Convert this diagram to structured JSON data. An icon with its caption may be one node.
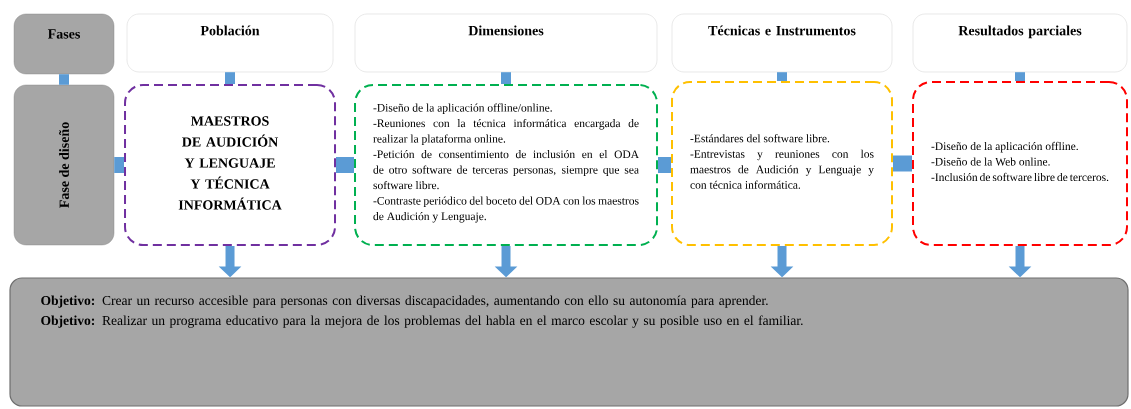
{
  "diagram": {
    "nodes": [
      {
        "text": [
          "Fases"
        ]
      },
      {
        "text": [
          "Población"
        ]
      },
      {
        "text": [
          "Dimensiones"
        ]
      },
      {
        "text": [
          "Técnicas e Instrumentos"
        ]
      },
      {
        "text": [
          "Resultados parciales"
        ]
      },
      {
        "text": [
          "Fase de diseño"
        ]
      },
      {
        "text": [
          "MAESTROS DE AUDICIÓN Y LENGUAJE Y TÉCNICA INFORMÁTICA"
        ]
      },
      {
        "text": [
          "-Diseño de la aplicación offline/online.",
          "-Reuniones con la técnica informática encargada de realizar la plataforma online.",
          "-Petición de consentimiento de inclusión en el ODA de otro software de terceras personas, siempre que sea software libre.",
          "-Contraste periódico del boceto del ODA con los maestros de Audición y Lenguaje."
        ]
      },
      {
        "text": [
          "-Estándares del software libre.",
          "-Entrevistas y reuniones con los maestros de Audición y Lenguaje y con técnica informática."
        ]
      },
      {
        "text": [
          "-Diseño de la aplicación offline.",
          "-Diseño de la Web online.",
          "-Inclusión de software libre de terceros."
        ]
      },
      {
        "text": [
          "**Objetivo:** Crear un recurso accesible para personas con diversas discapacidades, aumentando con ello su autonomía para aprender.",
          "**Objetivo:** Realizar un programa educativo para la mejora de los problemas del habla en el marco escolar y su posible uso en el familiar."
        ]
      }
    ],
    "edges": [
      {
        "from": 0,
        "to": 5,
        "arrow": "none"
      },
      {
        "from": 1,
        "to": 6,
        "arrow": "none"
      },
      {
        "from": 2,
        "to": 7,
        "arrow": "none"
      },
      {
        "from": 3,
        "to": 8,
        "arrow": "none"
      },
      {
        "from": 4,
        "to": 9,
        "arrow": "none"
      },
      {
        "from": 5,
        "to": 6,
        "arrow": "none"
      },
      {
        "from": 6,
        "to": 7,
        "arrow": "none"
      },
      {
        "from": 7,
        "to": 8,
        "arrow": "none"
      },
      {
        "from": 8,
        "to": 9,
        "arrow": "none"
      },
      {
        "from": 6,
        "to": 10,
        "arrow": "to"
      },
      {
        "from": 7,
        "to": 10,
        "arrow": "to"
      },
      {
        "from": 8,
        "to": 10,
        "arrow": "to"
      },
      {
        "from": 9,
        "to": 10,
        "arrow": "to"
      }
    ]
  }
}
